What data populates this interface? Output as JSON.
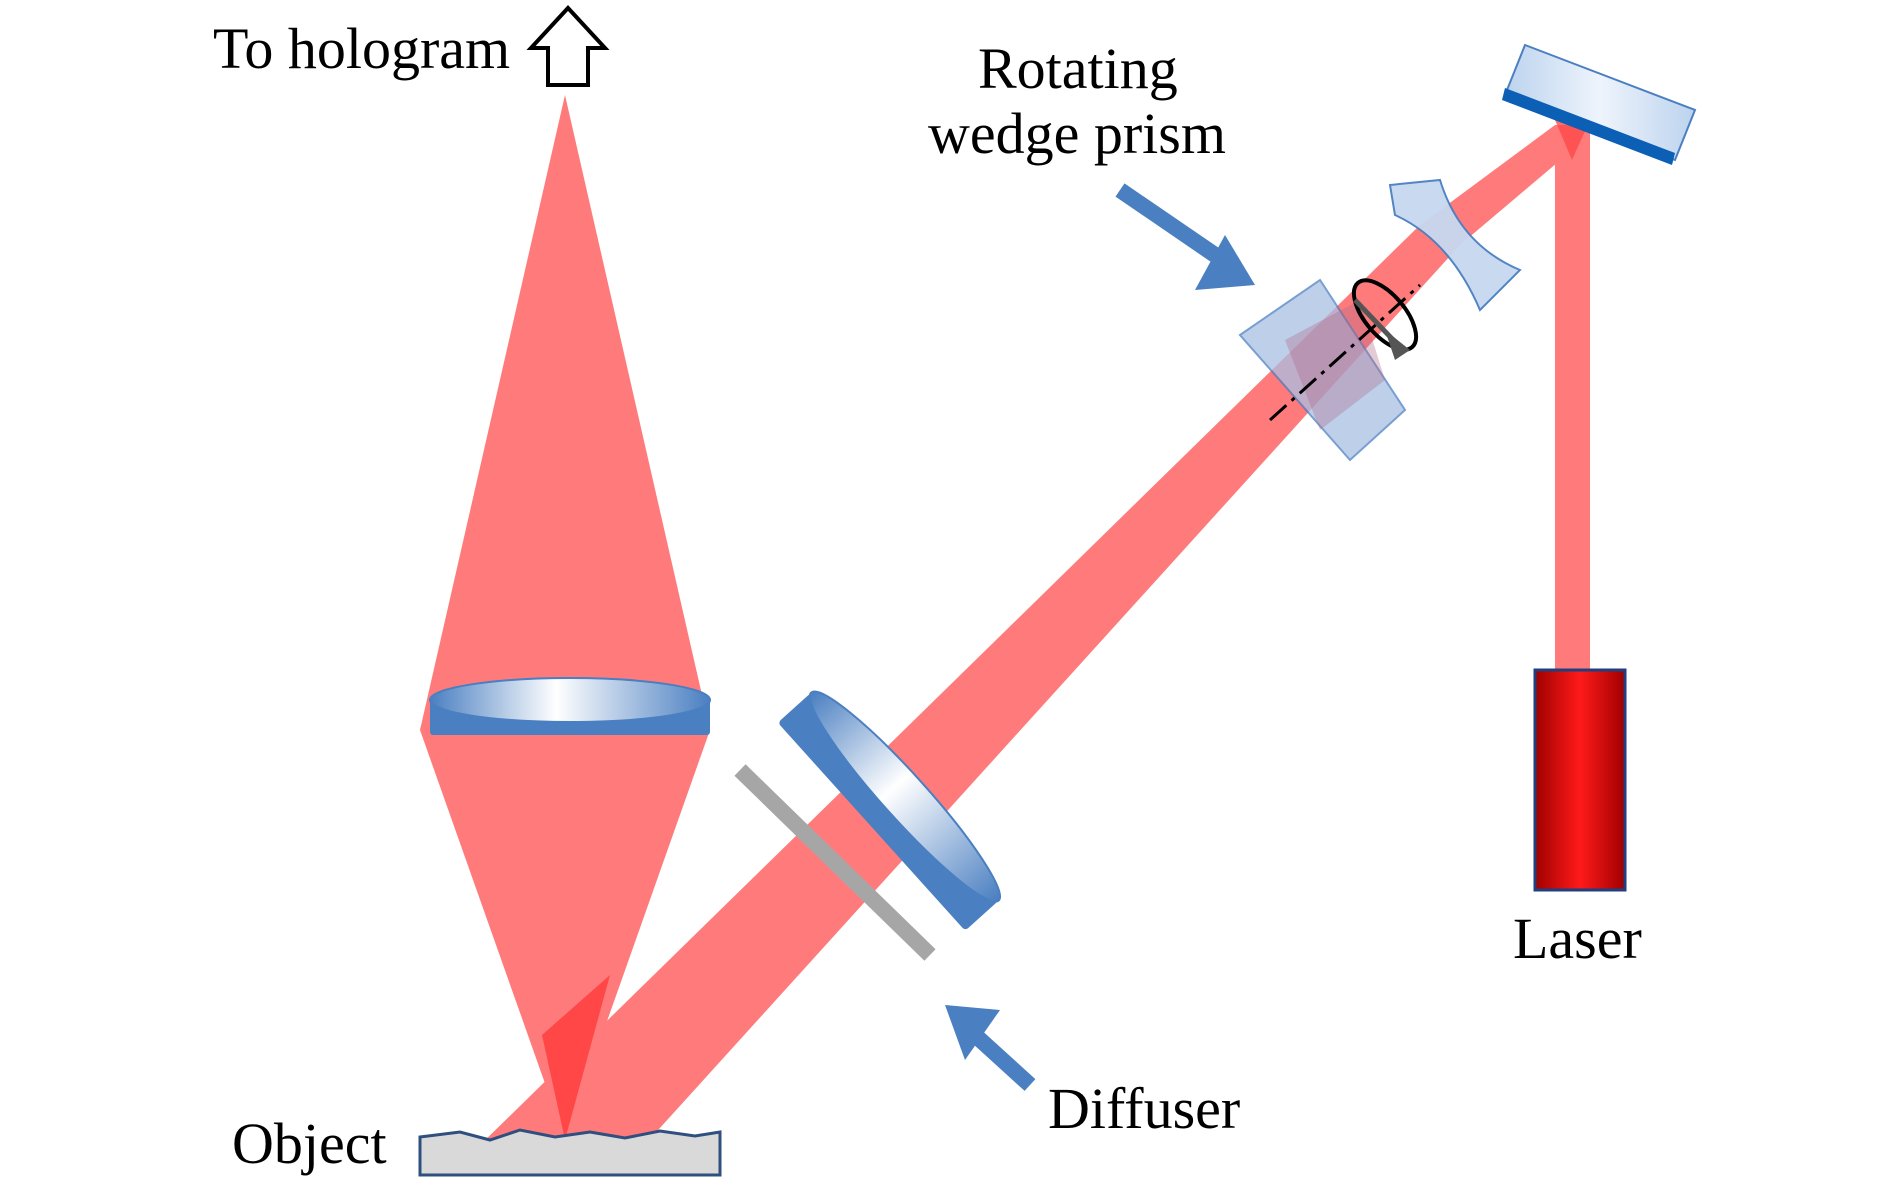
{
  "labels": {
    "to_hologram": "To hologram",
    "rotating_line1": "Rotating",
    "rotating_line2": "wedge prism",
    "laser": "Laser",
    "diffuser": "Diffuser",
    "object": "Object"
  },
  "colors": {
    "beam": "#ff7b7b",
    "beam_overlap": "#ff3b3b",
    "optic_blue": "#4a7fc1",
    "pointer_arrow": "#4a7fc1",
    "laser_body": "#e00000",
    "diffuser_plate": "#a6a6a6",
    "object_fill": "#d9d9d9",
    "mirror_back": "#0b5fb5"
  },
  "icons": [
    "up-arrow-icon",
    "rotation-arrow-icon"
  ]
}
